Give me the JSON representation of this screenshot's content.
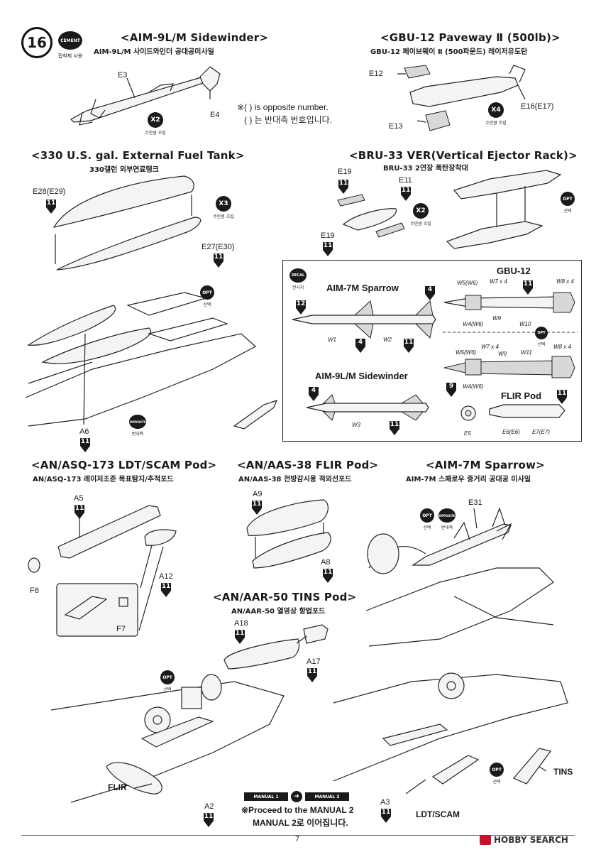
{
  "page": {
    "step_number": "16",
    "page_number": "7",
    "watermark": "HOBBY SEARCH",
    "cement_badge": "CEMENT",
    "cement_caption": "접착제 사용"
  },
  "badges": {
    "x2": "X2",
    "x3": "X3",
    "x4": "X4",
    "x_caption": "수만큼 조립",
    "opt": "OPT",
    "opt_caption": "선택",
    "opposite": "OPPOSITE",
    "opposite_caption": "반대측",
    "decal": "DECAL",
    "decal_caption": "전사지"
  },
  "flag_numbers": {
    "eleven": "11",
    "twelve": "12",
    "four": "4",
    "nine": "9"
  },
  "sections": {
    "aim9": {
      "title": "<AIM-9L/M Sidewinder>",
      "subtitle": "AIM-9L/M 사이드와인더 공대공미사일",
      "parts": [
        "E3",
        "E4"
      ]
    },
    "gbu12": {
      "title": "<GBU-12 Paveway Ⅱ (500lb)>",
      "subtitle": "GBU-12 페이브웨이 Ⅱ (500파운드) 레이저유도탄",
      "parts": [
        "E12",
        "E13",
        "E16(E17)"
      ]
    },
    "note": {
      "line1": "※( ) is opposite number.",
      "line2": "( ) 는 반대측 번호입니다."
    },
    "tank": {
      "title": "<330 U.S. gal. External Fuel Tank>",
      "subtitle": "330갤런 외부연료탱크",
      "parts": [
        "E28(E29)",
        "E27(E30)"
      ]
    },
    "bru33": {
      "title": "<BRU-33 VER(Vertical Ejector Rack)>",
      "subtitle": "BRU-33 2연장 폭탄장착대",
      "parts": [
        "E19",
        "E11",
        "E19"
      ]
    },
    "wing": {
      "parts": [
        "A6"
      ]
    },
    "decal_panel": {
      "sparrow_title": "AIM-7M Sparrow",
      "gbu_title": "GBU-12",
      "sidewinder_title": "AIM-9L/M Sidewinder",
      "flir_title": "FLIR Pod",
      "sparrow_decals": [
        "W1",
        "W2"
      ],
      "gbu_decals_a": [
        "W5(W6)",
        "W7 x 4",
        "W8 x 4",
        "W9",
        "W4(W6)",
        "W10"
      ],
      "gbu_decals_b": [
        "W5(W6)",
        "W7 x 4",
        "W9",
        "W11",
        "W8 x 4",
        "W4(W6)"
      ],
      "sidewinder_decals": [
        "W3"
      ],
      "flir_parts": [
        "E5",
        "E6(E6)",
        "E7(E7)"
      ]
    },
    "ldt": {
      "title": "<AN/ASQ-173 LDT/SCAM Pod>",
      "subtitle": "AN/ASQ-173 레이저조준 목표탐지/추적포드",
      "parts": [
        "A5",
        "A12",
        "F6",
        "F7"
      ]
    },
    "flir": {
      "title": "<AN/AAS-38 FLIR Pod>",
      "subtitle": "AN/AAS-38 전방감시용 적외선포드",
      "parts": [
        "A9",
        "A8"
      ]
    },
    "tins": {
      "title": "<AN/AAR-50 TINS Pod>",
      "subtitle": "AN/AAR-50 열영상 항법포드",
      "parts": [
        "A18",
        "A17"
      ]
    },
    "sparrow": {
      "title": "<AIM-7M Sparrow>",
      "subtitle": "AIM-7M 스패로우 중거리 공대공 미사일",
      "parts": [
        "E31"
      ]
    },
    "bottom_left": {
      "labels": [
        "FLIR",
        "A2"
      ]
    },
    "bottom_right": {
      "labels": [
        "TINS",
        "LDT/SCAM",
        "A3"
      ]
    },
    "manual": {
      "left": "MANUAL 1",
      "right": "MANUAL 2",
      "line1": "※Proceed to the MANUAL 2",
      "line2": "MANUAL 2로 이어집니다."
    }
  }
}
